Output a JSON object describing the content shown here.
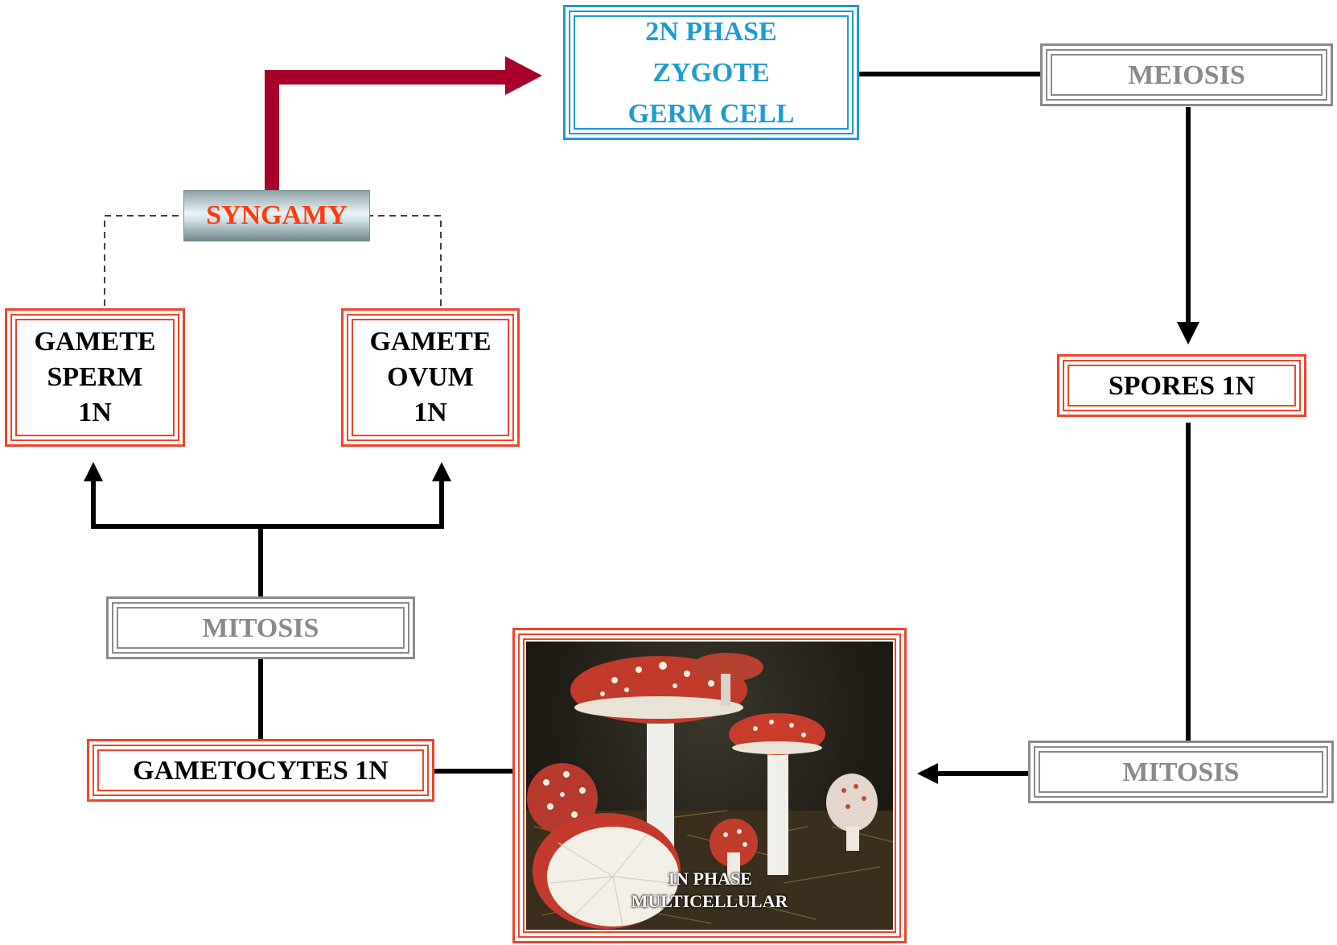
{
  "diagram": {
    "zygote_box": {
      "lines": [
        "2N PHASE",
        "ZYGOTE",
        "GERM CELL"
      ]
    },
    "meiosis_box": {
      "label": "MEIOSIS"
    },
    "spores_box": {
      "label": "SPORES 1N"
    },
    "mitosis_right_box": {
      "label": "MITOSIS"
    },
    "photo": {
      "caption_lines": [
        "1N PHASE",
        "MULTICELLULAR"
      ]
    },
    "gametocytes_box": {
      "label": "GAMETOCYTES 1N"
    },
    "mitosis_left_box": {
      "label": "MITOSIS"
    },
    "gamete_sperm_box": {
      "lines": [
        "GAMETE",
        "SPERM",
        "1N"
      ]
    },
    "gamete_ovum_box": {
      "lines": [
        "GAMETE",
        "OVUM",
        "1N"
      ]
    },
    "syngamy_box": {
      "label": "SYNGAMY"
    }
  },
  "colors": {
    "red_frame": "#f0442a",
    "gray_frame": "#8a8a8a",
    "blue_frame": "#1e9bd0",
    "syngamy_arrow": "#a8002a",
    "syngamy_text": "#ff3a10"
  }
}
